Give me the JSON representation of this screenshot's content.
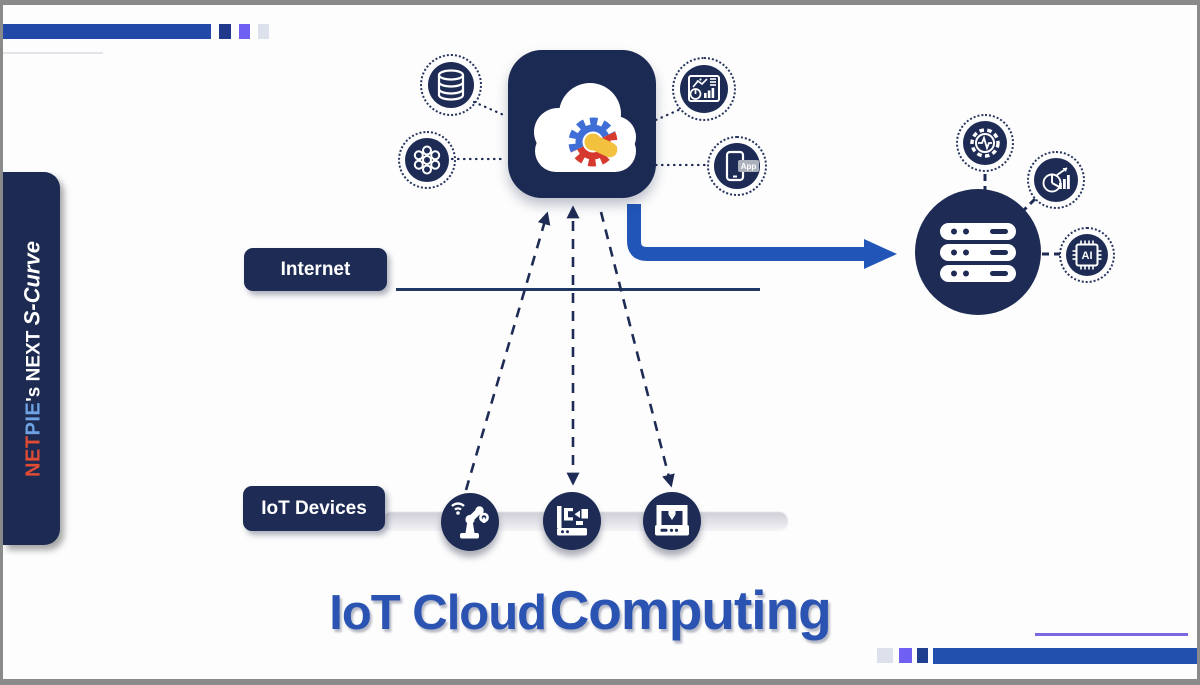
{
  "slide": {
    "title_part1": "IoT Cloud",
    "title_part2": "Computing"
  },
  "sidebar": {
    "brand_net": "NET",
    "brand_pie": "PIE",
    "tagline_mid": "'s NEXT ",
    "tagline_scurve": "S-Curve"
  },
  "labels": {
    "internet": "Internet",
    "iot_devices": "IoT Devices"
  },
  "badges": {
    "app": "App",
    "ai": "AI"
  },
  "icons": {
    "cloud_hub": "netpie-cloud-gear-logo",
    "cloud_satellites": [
      "database-icon",
      "network-nodes-icon",
      "dashboard-chart-icon",
      "mobile-app-icon"
    ],
    "server_hub": "server-rack-icon",
    "server_satellites": [
      "gear-pulse-icon",
      "pie-bar-chart-icon",
      "ai-chip-icon"
    ],
    "devices": [
      "robot-arm-icon",
      "cnc-machine-icon",
      "printer-3d-icon"
    ]
  },
  "colors": {
    "navy": "#1e2c55",
    "royal_blue": "#2150ae",
    "accent_purple": "#6f5ff2",
    "light_gray": "#dde1ec",
    "title_blue": "#2a53b2",
    "brand_red": "#e04b33",
    "brand_light_blue": "#6fa3e3",
    "arrow_blue": "#2156b8",
    "internet_line": "#1f3864"
  }
}
